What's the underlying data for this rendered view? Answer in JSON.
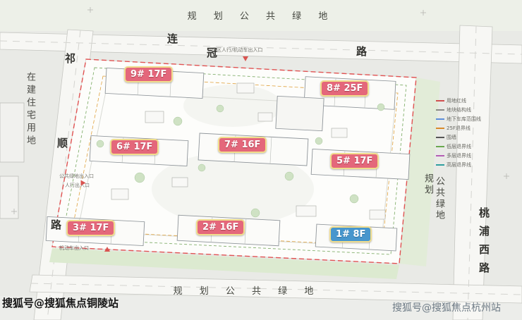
{
  "green_labels": {
    "top": "规 划 公 共 绿 地",
    "bottom": "规 划 公 共 绿 地",
    "right_a": "规划",
    "right_b": "公共绿地"
  },
  "roads": {
    "top_road": {
      "name": "连冠路",
      "chars": [
        "连",
        "冠",
        "路"
      ]
    },
    "left_road": {
      "name": "祁顺路",
      "chars": [
        "祁",
        "顺",
        "路"
      ]
    },
    "right_road": {
      "name": "桃浦西路",
      "label": "桃浦西路"
    }
  },
  "parcel_left": "在建住宅用地",
  "buildings": [
    {
      "id": "9",
      "label": "9# 17F",
      "style": "pink"
    },
    {
      "id": "8",
      "label": "8# 25F",
      "style": "pink"
    },
    {
      "id": "6",
      "label": "6# 17F",
      "style": "pink"
    },
    {
      "id": "7",
      "label": "7# 16F",
      "style": "pink"
    },
    {
      "id": "5",
      "label": "5# 17F",
      "style": "pink"
    },
    {
      "id": "3",
      "label": "3# 17F",
      "style": "pink"
    },
    {
      "id": "2",
      "label": "2# 16F",
      "style": "pink"
    },
    {
      "id": "1",
      "label": "1# 8F",
      "style": "blue"
    }
  ],
  "annotations": {
    "entry_top": "小区人行/机动车出入口",
    "entry_green": "公共绿地出入口",
    "entry_ped": "人行出入口",
    "entry_car": "机动车出入口"
  },
  "legend": {
    "items": [
      {
        "label": "用地红线",
        "color": "#d05050"
      },
      {
        "label": "地块结构线",
        "color": "#8a8a85"
      },
      {
        "label": "地下车库范围线",
        "color": "#5b8dd9"
      },
      {
        "label": "25F退界线",
        "color": "#d98b2b"
      },
      {
        "label": "围墙",
        "color": "#555555"
      },
      {
        "label": "低层退界线",
        "color": "#6aa84f"
      },
      {
        "label": "多层退界线",
        "color": "#b45fb4"
      },
      {
        "label": "高层退界线",
        "color": "#2f9e9e"
      }
    ]
  },
  "watermarks": {
    "bottom_left": "搜狐号@搜狐焦点铜陵站",
    "bottom_right": "搜狐号@搜狐焦点杭州站"
  },
  "colors": {
    "badge_pink": "#e4677b",
    "badge_blue": "#4796cd",
    "badge_border": "#f1dd8d",
    "boundary_red": "#e05252"
  }
}
